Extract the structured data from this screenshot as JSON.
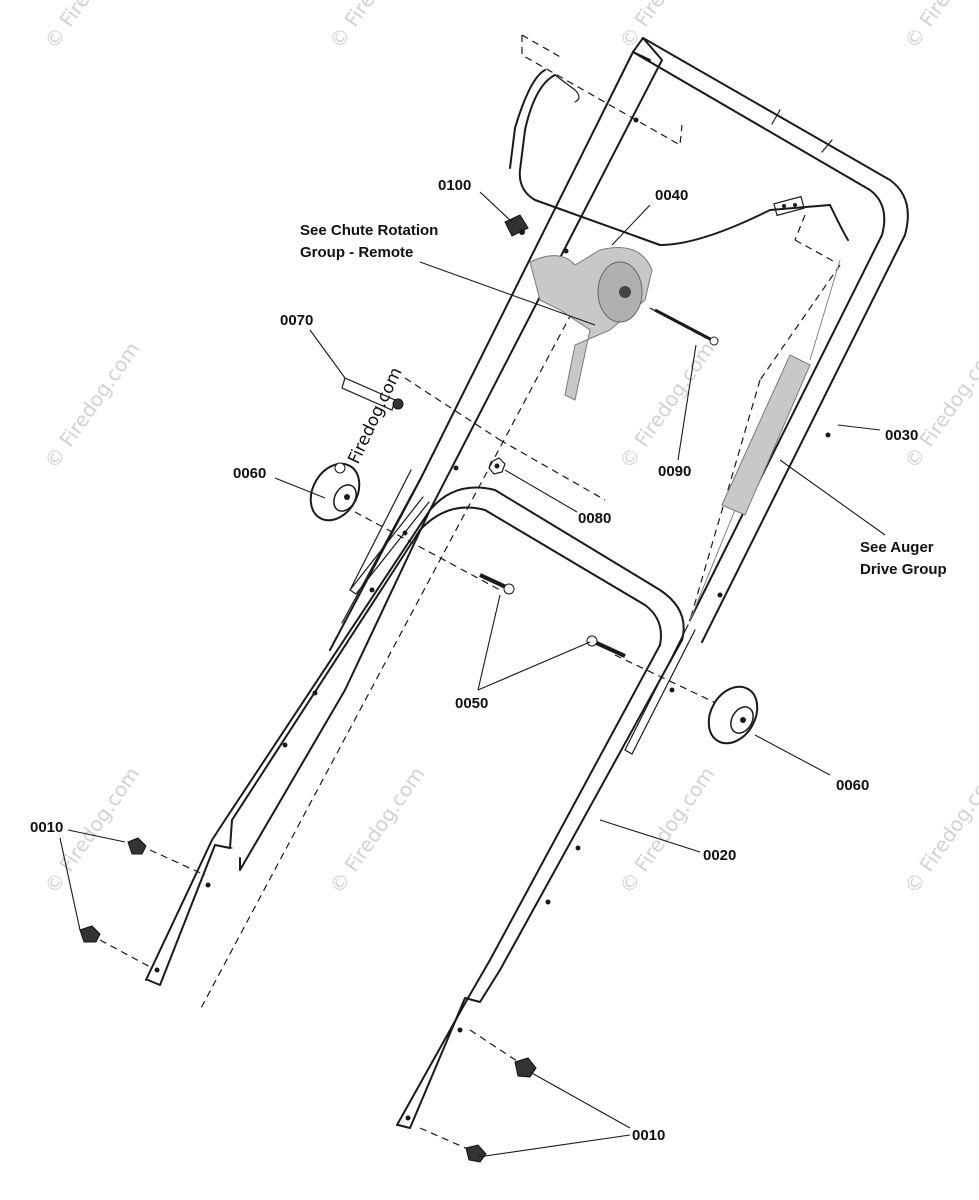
{
  "watermark": {
    "text": "© Firedog.com",
    "center_text": "Firedog.com"
  },
  "parts": {
    "p0010_left": "0010",
    "p0010_right": "0010",
    "p0020": "0020",
    "p0030": "0030",
    "p0040": "0040",
    "p0050": "0050",
    "p0060_left": "0060",
    "p0060_right": "0060",
    "p0070": "0070",
    "p0080": "0080",
    "p0090": "0090",
    "p0100": "0100"
  },
  "notes": {
    "chute_line1": "See Chute Rotation",
    "chute_line2": "Group - Remote",
    "auger_line1": "See Auger",
    "auger_line2": "Drive Group"
  }
}
